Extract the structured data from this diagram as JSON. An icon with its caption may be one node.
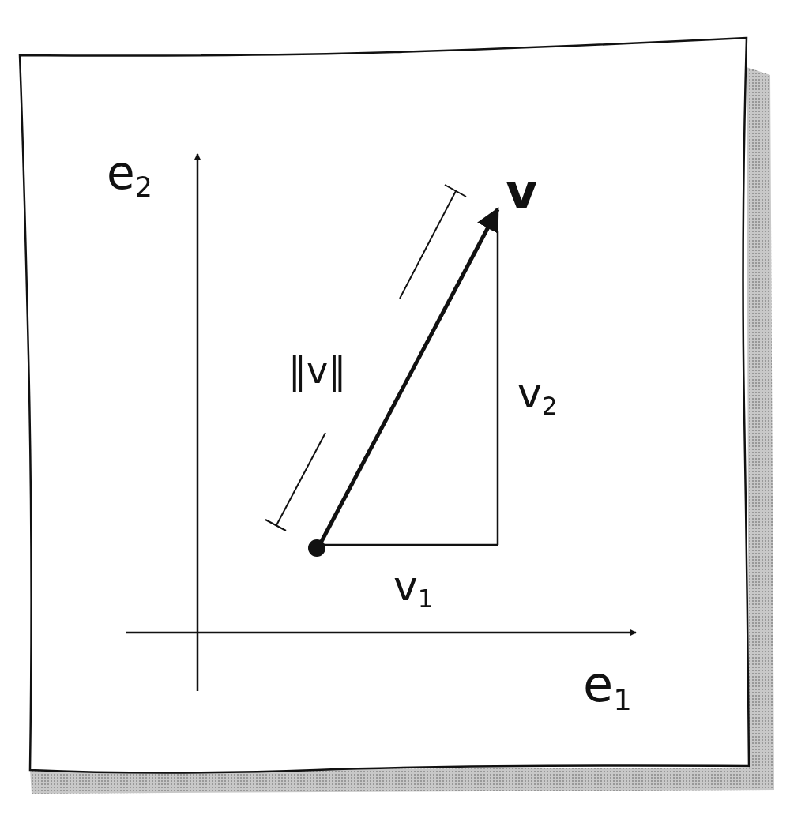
{
  "diagram": {
    "labels": [
      "e$_{2}$",
      "v",
      "‖v‖",
      "v$_{2}$",
      "v$_{1}$",
      "e$_{1}$"
    ]
  }
}
